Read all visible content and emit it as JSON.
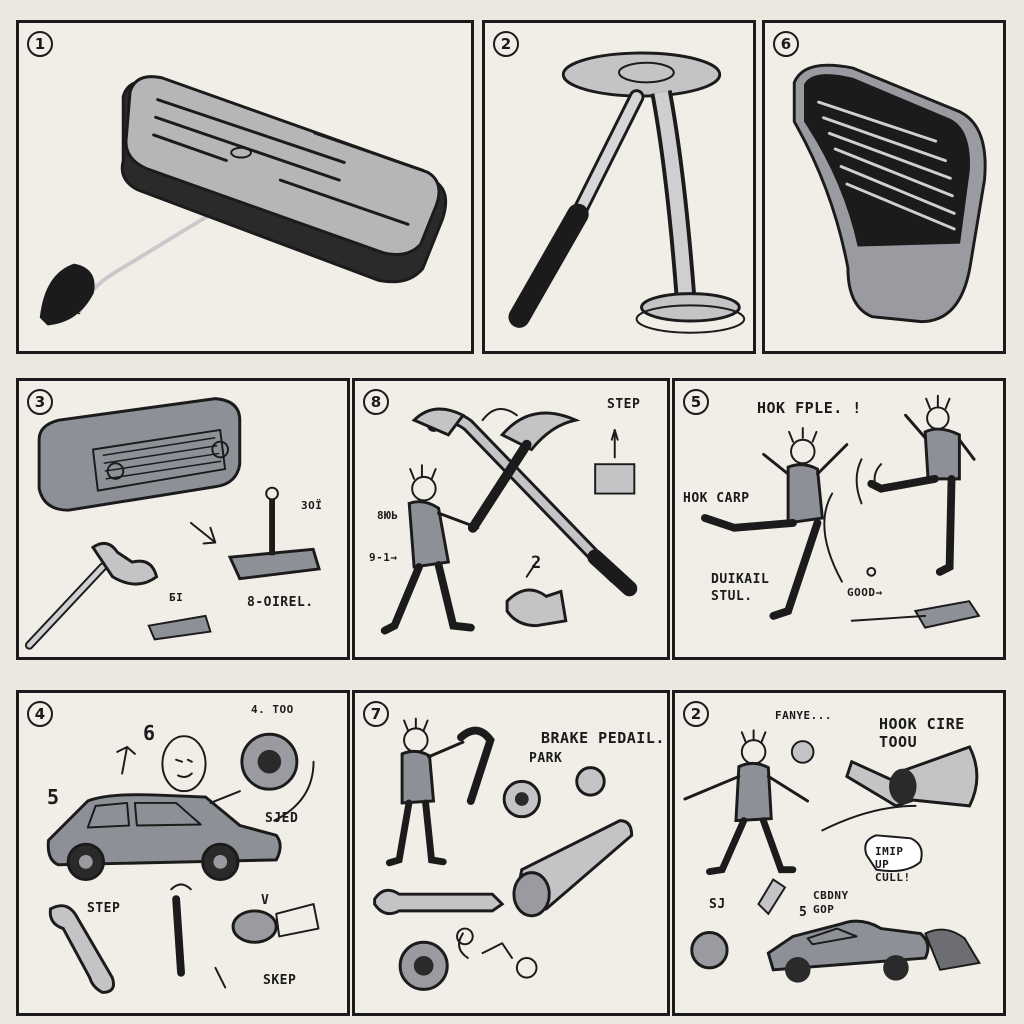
{
  "panels": [
    {
      "number": "1",
      "labels": []
    },
    {
      "number": "2",
      "labels": []
    },
    {
      "number": "6",
      "labels": []
    },
    {
      "number": "3",
      "labels": [
        "ЗОЇ",
        "БІ",
        "8-ОІREL."
      ]
    },
    {
      "number": "8",
      "labels": [
        "STEP",
        "8ЮЬ",
        "9-1→",
        "2"
      ]
    },
    {
      "number": "5",
      "labels": [
        "HOK FPLE. !",
        "HOK CARP",
        "DUIKAIL STUL.",
        "GOOD→"
      ]
    },
    {
      "number": "4",
      "labels": [
        "4. TOO",
        "6",
        "5",
        "SJED",
        "STEP",
        "SKEP",
        "V"
      ]
    },
    {
      "number": "7",
      "labels": [
        "BRAKE PEDAIL.",
        "PARK"
      ]
    },
    {
      "number": "2",
      "labels": [
        "FANYE...",
        "HOOK CIRE TOOU",
        "SJ",
        "5",
        "CBDNY GOP",
        "IMIP UP CULL!"
      ]
    }
  ],
  "colors": {
    "paper": "#ece8df",
    "panel_bg": "#f1eee7",
    "ink": "#1b1b1b",
    "metal": "#9a9ba1",
    "car_body": "#8e9098"
  }
}
